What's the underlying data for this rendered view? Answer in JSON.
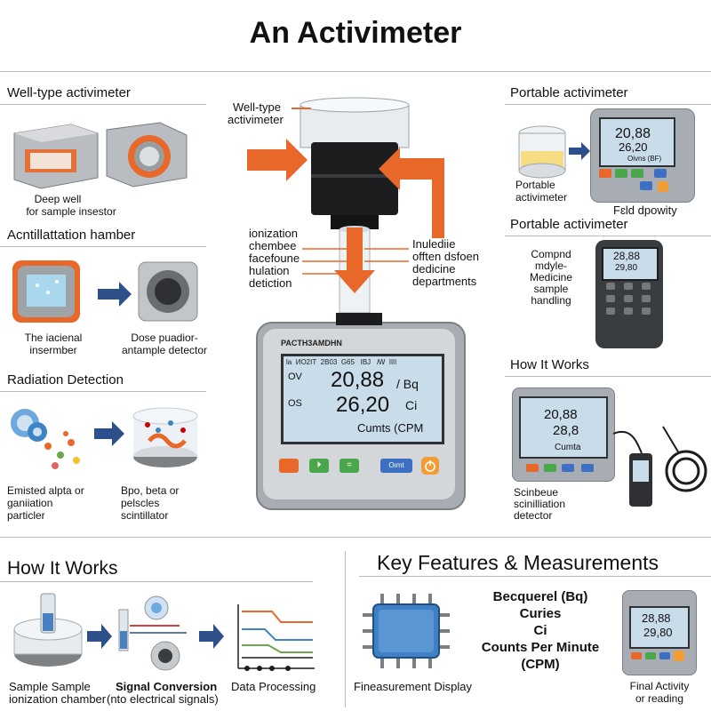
{
  "title": "An Activimeter",
  "left": {
    "well_type": {
      "heading": "Well-type activimeter",
      "caption1": "Deep well",
      "caption2": "for sample insestor"
    },
    "chamber": {
      "heading": "Acntillattation hamber",
      "caption_a1": "The iacienal",
      "caption_a2": "insermber",
      "caption_b1": "Dose puadior-",
      "caption_b2": "antample detector"
    },
    "radiation": {
      "heading": "Radiation Detection",
      "caption_a1": "Emisted alpta or",
      "caption_a2": "ganiiation",
      "caption_a3": "particler",
      "caption_b1": "Bpo, beta or",
      "caption_b2": "pelscles",
      "caption_b3": "scintillator"
    }
  },
  "center": {
    "well_label1": "Well-type",
    "well_label2": "activimeter",
    "left_labels": [
      "ionization",
      "chembee",
      "facefoune",
      "hulation",
      "detiction"
    ],
    "right_labels": [
      "Inulediie",
      "offten dsfoen",
      "dedicine",
      "departments"
    ],
    "device": {
      "brand": "PACTH3AMDHN",
      "top_line": [
        "la",
        "ИO2IT",
        "2B03",
        "G65",
        "IBJ",
        "ꟿ",
        "ǀǀǀǀ"
      ],
      "row1_label": "OV",
      "row1_value": "20,88",
      "row1_unit": "/ Bq",
      "row2_label": "OS",
      "row2_value": "26,20",
      "row2_unit": "Ci",
      "bottom_line": "Cumts  (CPM",
      "btn_enter": "Oımt"
    }
  },
  "right": {
    "portable1": {
      "heading": "Portable activimeter",
      "caption1": "Portable",
      "caption2": "activimeter",
      "caption3": "Fɛld dpowity",
      "screen1": "20,88",
      "screen2": "26,20",
      "screen3": "Oivns (BF)"
    },
    "portable2": {
      "heading": "Portable activimeter",
      "lines": [
        "Compnd",
        "mdyle-",
        "Medicine",
        "sample",
        "handling"
      ],
      "screen1": "28,88",
      "screen2": "29,80"
    },
    "how": {
      "heading": "How It Works",
      "caption1": "Scinbeue",
      "caption2": "scinilliation",
      "caption3": "detector",
      "screen1": "20,88",
      "screen2": "28,8",
      "screen3": "Cumta"
    }
  },
  "bottom_left": {
    "heading": "How It Works",
    "step1a": "Sample Sample",
    "step1b": "ionization chamber",
    "step2a": "Signal Conversion",
    "step2b": "(nto electrical signals)",
    "step3": "Data Processing"
  },
  "bottom_right": {
    "heading": "Key Features & Measurements",
    "units": [
      "Becquerel (Bq)",
      "Curies",
      "Ci",
      "Counts Per Minute",
      "(CPM)"
    ],
    "cap_display": "Fineasurement Display",
    "cap_final1": "Final Activity",
    "cap_final2": "or reading",
    "screen1": "28,88",
    "screen2": "29,80"
  },
  "colors": {
    "accent": "#e8682a",
    "arrow_blue": "#2d4f8a",
    "screen": "#c9dcea",
    "device_body": "#a8adb3"
  }
}
